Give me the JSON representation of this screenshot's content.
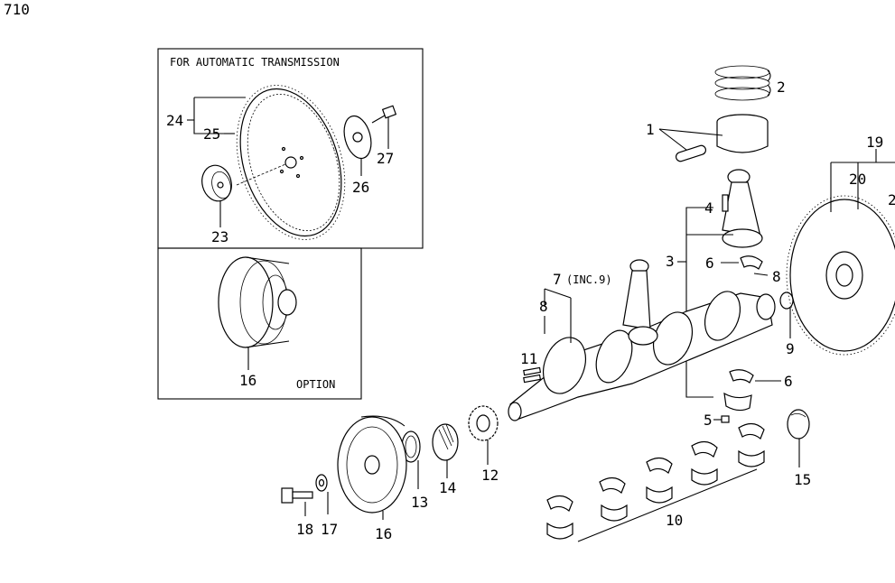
{
  "page_number": "710",
  "inset_auto": {
    "title": "FOR AUTOMATIC TRANSMISSION"
  },
  "inset_option": {
    "title": "OPTION"
  },
  "callouts": {
    "c1": "1",
    "c2": "2",
    "c3": "3",
    "c4": "4",
    "c5": "5",
    "c6a": "6",
    "c6b": "6",
    "c7": "7",
    "c7note": "(INC.9)",
    "c8a": "8",
    "c8b": "8",
    "c9": "9",
    "c10": "10",
    "c11": "11",
    "c12": "12",
    "c13": "13",
    "c14": "14",
    "c15": "15",
    "c16a": "16",
    "c16b": "16",
    "c17": "17",
    "c18": "18",
    "c19": "19",
    "c20": "20",
    "c21": "2",
    "c23": "23",
    "c24": "24",
    "c25": "25",
    "c26": "26",
    "c27": "27"
  }
}
